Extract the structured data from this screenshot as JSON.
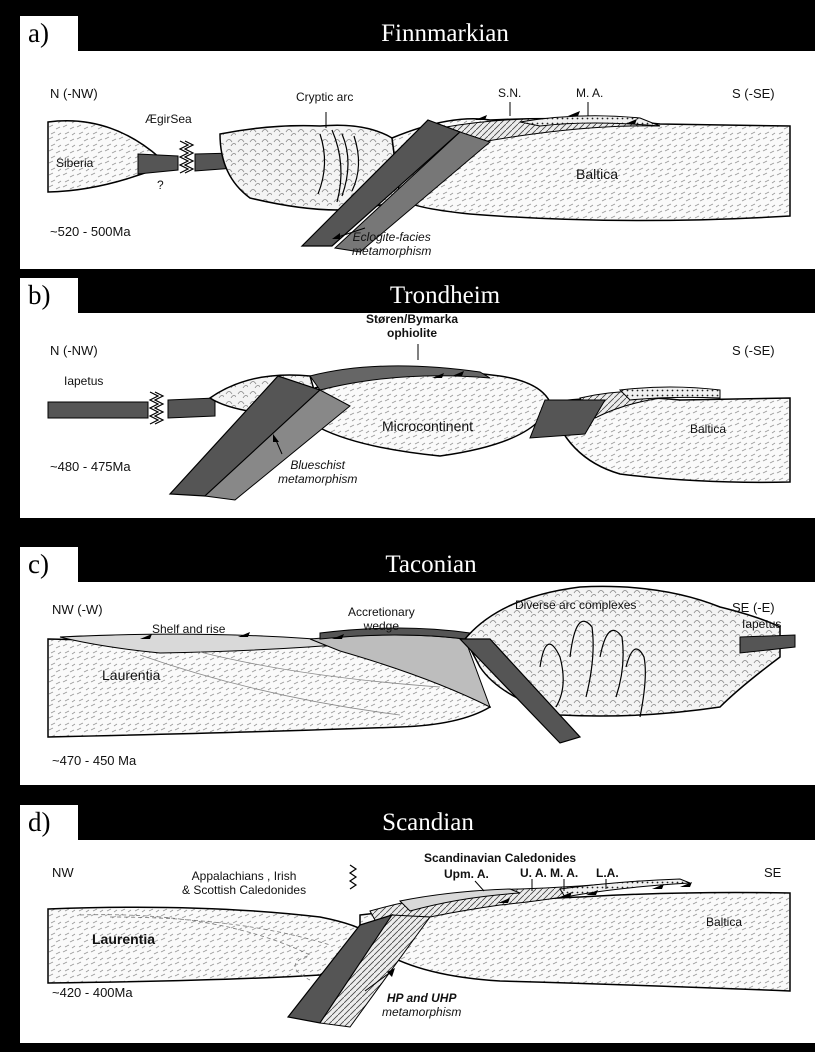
{
  "panels": [
    {
      "letter": "a)",
      "title": "Finnmarkian",
      "left_direction": "N (-NW)",
      "right_direction": "S (-SE)",
      "age": "~520 - 500Ma",
      "labels": {
        "sea": "ÆgirSea",
        "siberia": "Siberia",
        "question": "?",
        "arc": "Cryptic arc",
        "sn": "S.N.",
        "ma": "M. A.",
        "baltica": "Baltica",
        "meta_line1": "Eclogite-facies",
        "meta_line2": "metamorphism"
      }
    },
    {
      "letter": "b)",
      "title": "Trondheim",
      "left_direction": "N (-NW)",
      "right_direction": "S (-SE)",
      "age": "~480 - 475Ma",
      "labels": {
        "iapetus": "Iapetus",
        "ophiolite_line1": "Støren/Bymarka",
        "ophiolite_line2": "ophiolite",
        "microcontinent": "Microcontinent",
        "baltica": "Baltica",
        "meta_line1": "Blueschist",
        "meta_line2": "metamorphism"
      }
    },
    {
      "letter": "c)",
      "title": "Taconian",
      "left_direction": "NW (-W)",
      "right_direction": "SE (-E)",
      "age": "~470 - 450 Ma",
      "labels": {
        "shelf": "Shelf and rise",
        "wedge_line1": "Accretionary",
        "wedge_line2": "wedge",
        "arcs": "Diverse arc complexes",
        "iapetus": "Iapetus",
        "laurentia": "Laurentia"
      }
    },
    {
      "letter": "d)",
      "title": "Scandian",
      "left_direction": "NW",
      "right_direction": "SE",
      "age": "~420 - 400Ma",
      "labels": {
        "appalachians_line1": "Appalachians , Irish",
        "appalachians_line2": "& Scottish Caledonides",
        "scandinavian": "Scandinavian Caledonides",
        "upm": "Upm. A.",
        "ua": "U. A.",
        "ma": "M. A.",
        "la": "L.A.",
        "laurentia": "Laurentia",
        "baltica": "Baltica",
        "meta_line1": "HP and UHP",
        "meta_line2": "metamorphism"
      }
    }
  ],
  "colors": {
    "background": "#000000",
    "panel": "#ffffff",
    "oceanic_crust": "#555555",
    "arc_fill": "#bdbdbd",
    "nappe_fill": "#d9d9d9"
  }
}
